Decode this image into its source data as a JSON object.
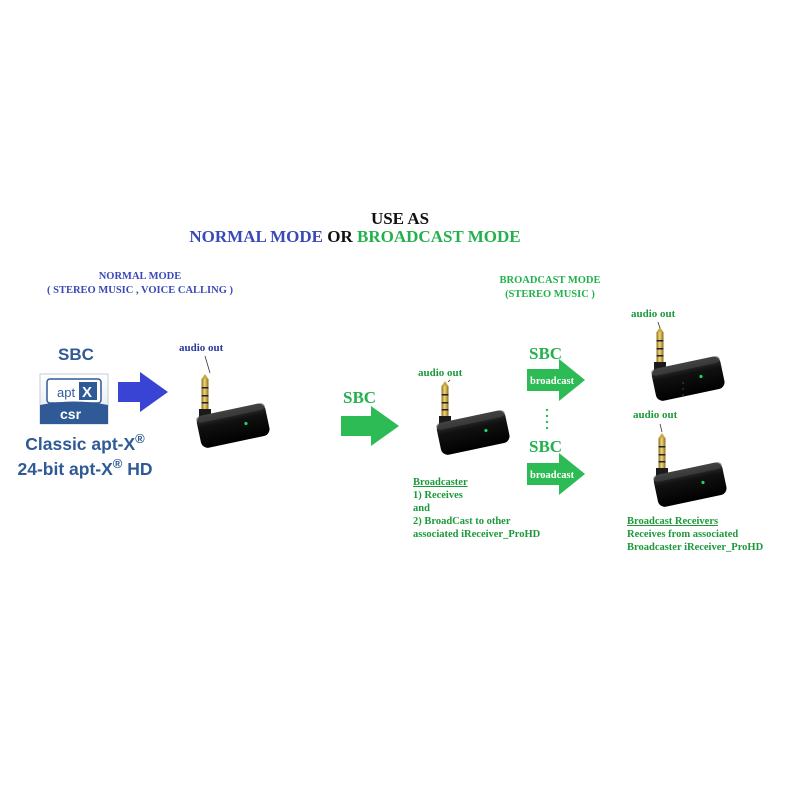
{
  "title": {
    "line1": "USE AS",
    "normal": "NORMAL MODE",
    "or": "OR",
    "broadcast": "BROADCAST MODE"
  },
  "normal": {
    "heading": "NORMAL MODE",
    "subheading": "( STEREO MUSIC , VOICE CALLING )",
    "sbc": "SBC",
    "logo": {
      "aptx": "apt",
      "x": "X",
      "csr": "csr"
    },
    "codec_line1": "Classic apt-X",
    "codec_line2a": "24-bit apt-X",
    "codec_line2b": " HD",
    "reg": "®",
    "audio_out": "audio out"
  },
  "broadcast": {
    "heading": "BROADCAST MODE",
    "subheading": "(STEREO MUSIC )",
    "sbc_in": "SBC",
    "sbc_top": "SBC",
    "sbc_bottom": "SBC",
    "arrow_label_top": "broadcast",
    "arrow_label_bottom": "broadcast",
    "audio_out_main": "audio out",
    "audio_out_top": "audio out",
    "audio_out_bottom": "audio out",
    "broadcaster": {
      "title": "Broadcaster",
      "lines": [
        "1) Receives",
        "and",
        "2) BroadCast to other",
        "associated iReceiver_ProHD"
      ]
    },
    "receivers": {
      "title": "Broadcast Receivers",
      "lines": [
        "Receives from associated",
        "Broadcaster iReceiver_ProHD"
      ]
    }
  },
  "colors": {
    "blue_accent": "#3a49b8",
    "green_accent": "#22b14c",
    "arrow_blue": "#3a44d4",
    "arrow_green": "#2dbb55",
    "device": "#0c0c0c"
  }
}
